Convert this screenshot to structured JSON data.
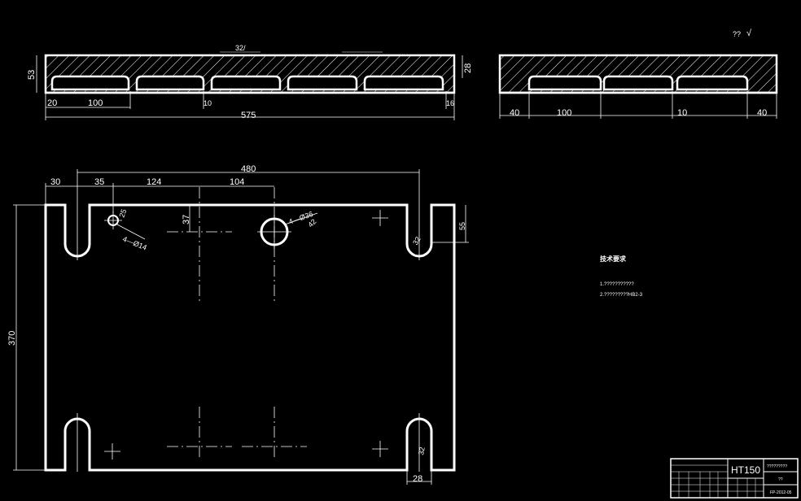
{
  "roughness": {
    "symbol": "√",
    "prefix": "??"
  },
  "front_view": {
    "dims": {
      "top_roughness": "32/",
      "height_left": "53",
      "height_right": "28",
      "margin_left": "20",
      "slot_width": "100",
      "rib": "10",
      "margin_right": "16",
      "total_length": "575"
    }
  },
  "side_view": {
    "dims": {
      "margin_left": "40",
      "slot_width": "100",
      "rib": "10",
      "margin_right": "40"
    }
  },
  "plan_view": {
    "dims": {
      "span_480": "480",
      "offset_30": "30",
      "offset_35": "35",
      "offset_124": "124",
      "offset_104": "104",
      "offset_37": "37",
      "offset_55": "55",
      "height_370": "370",
      "hole_small": "4—Ø14",
      "hole_small_depth": "25",
      "hole_large": "4—Ø36",
      "hole_large_r": "42",
      "slot_r_top": "32",
      "slot_r_bottom": "32",
      "slot_w_bottom": "28"
    }
  },
  "tech_notes": {
    "title": "技术要求",
    "line1": "1.???????????",
    "line2": "2.?????????HB2-3"
  },
  "title_block": {
    "material": "HT150",
    "name": "?????????",
    "sheet": "??",
    "drawing_no": "FP-2012-05"
  }
}
